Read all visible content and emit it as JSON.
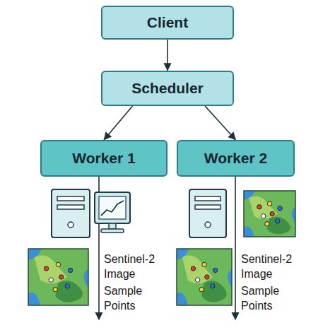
{
  "diagram": {
    "nodes": [
      {
        "text": [
          "Client"
        ]
      },
      {
        "text": [
          "Scheduler"
        ]
      },
      {
        "text": [
          "Worker 1"
        ]
      },
      {
        "text": [
          "Worker 2"
        ]
      }
    ],
    "edges": [
      {
        "from": 0,
        "to": 1,
        "arrow": "to"
      },
      {
        "from": 1,
        "to": 2,
        "arrow": "to"
      },
      {
        "from": 1,
        "to": 3,
        "arrow": "to"
      }
    ],
    "labels": [
      "Sentinel-2 Image",
      "Sample Points",
      "Sentinel-2 Image",
      "Sample Points"
    ]
  }
}
